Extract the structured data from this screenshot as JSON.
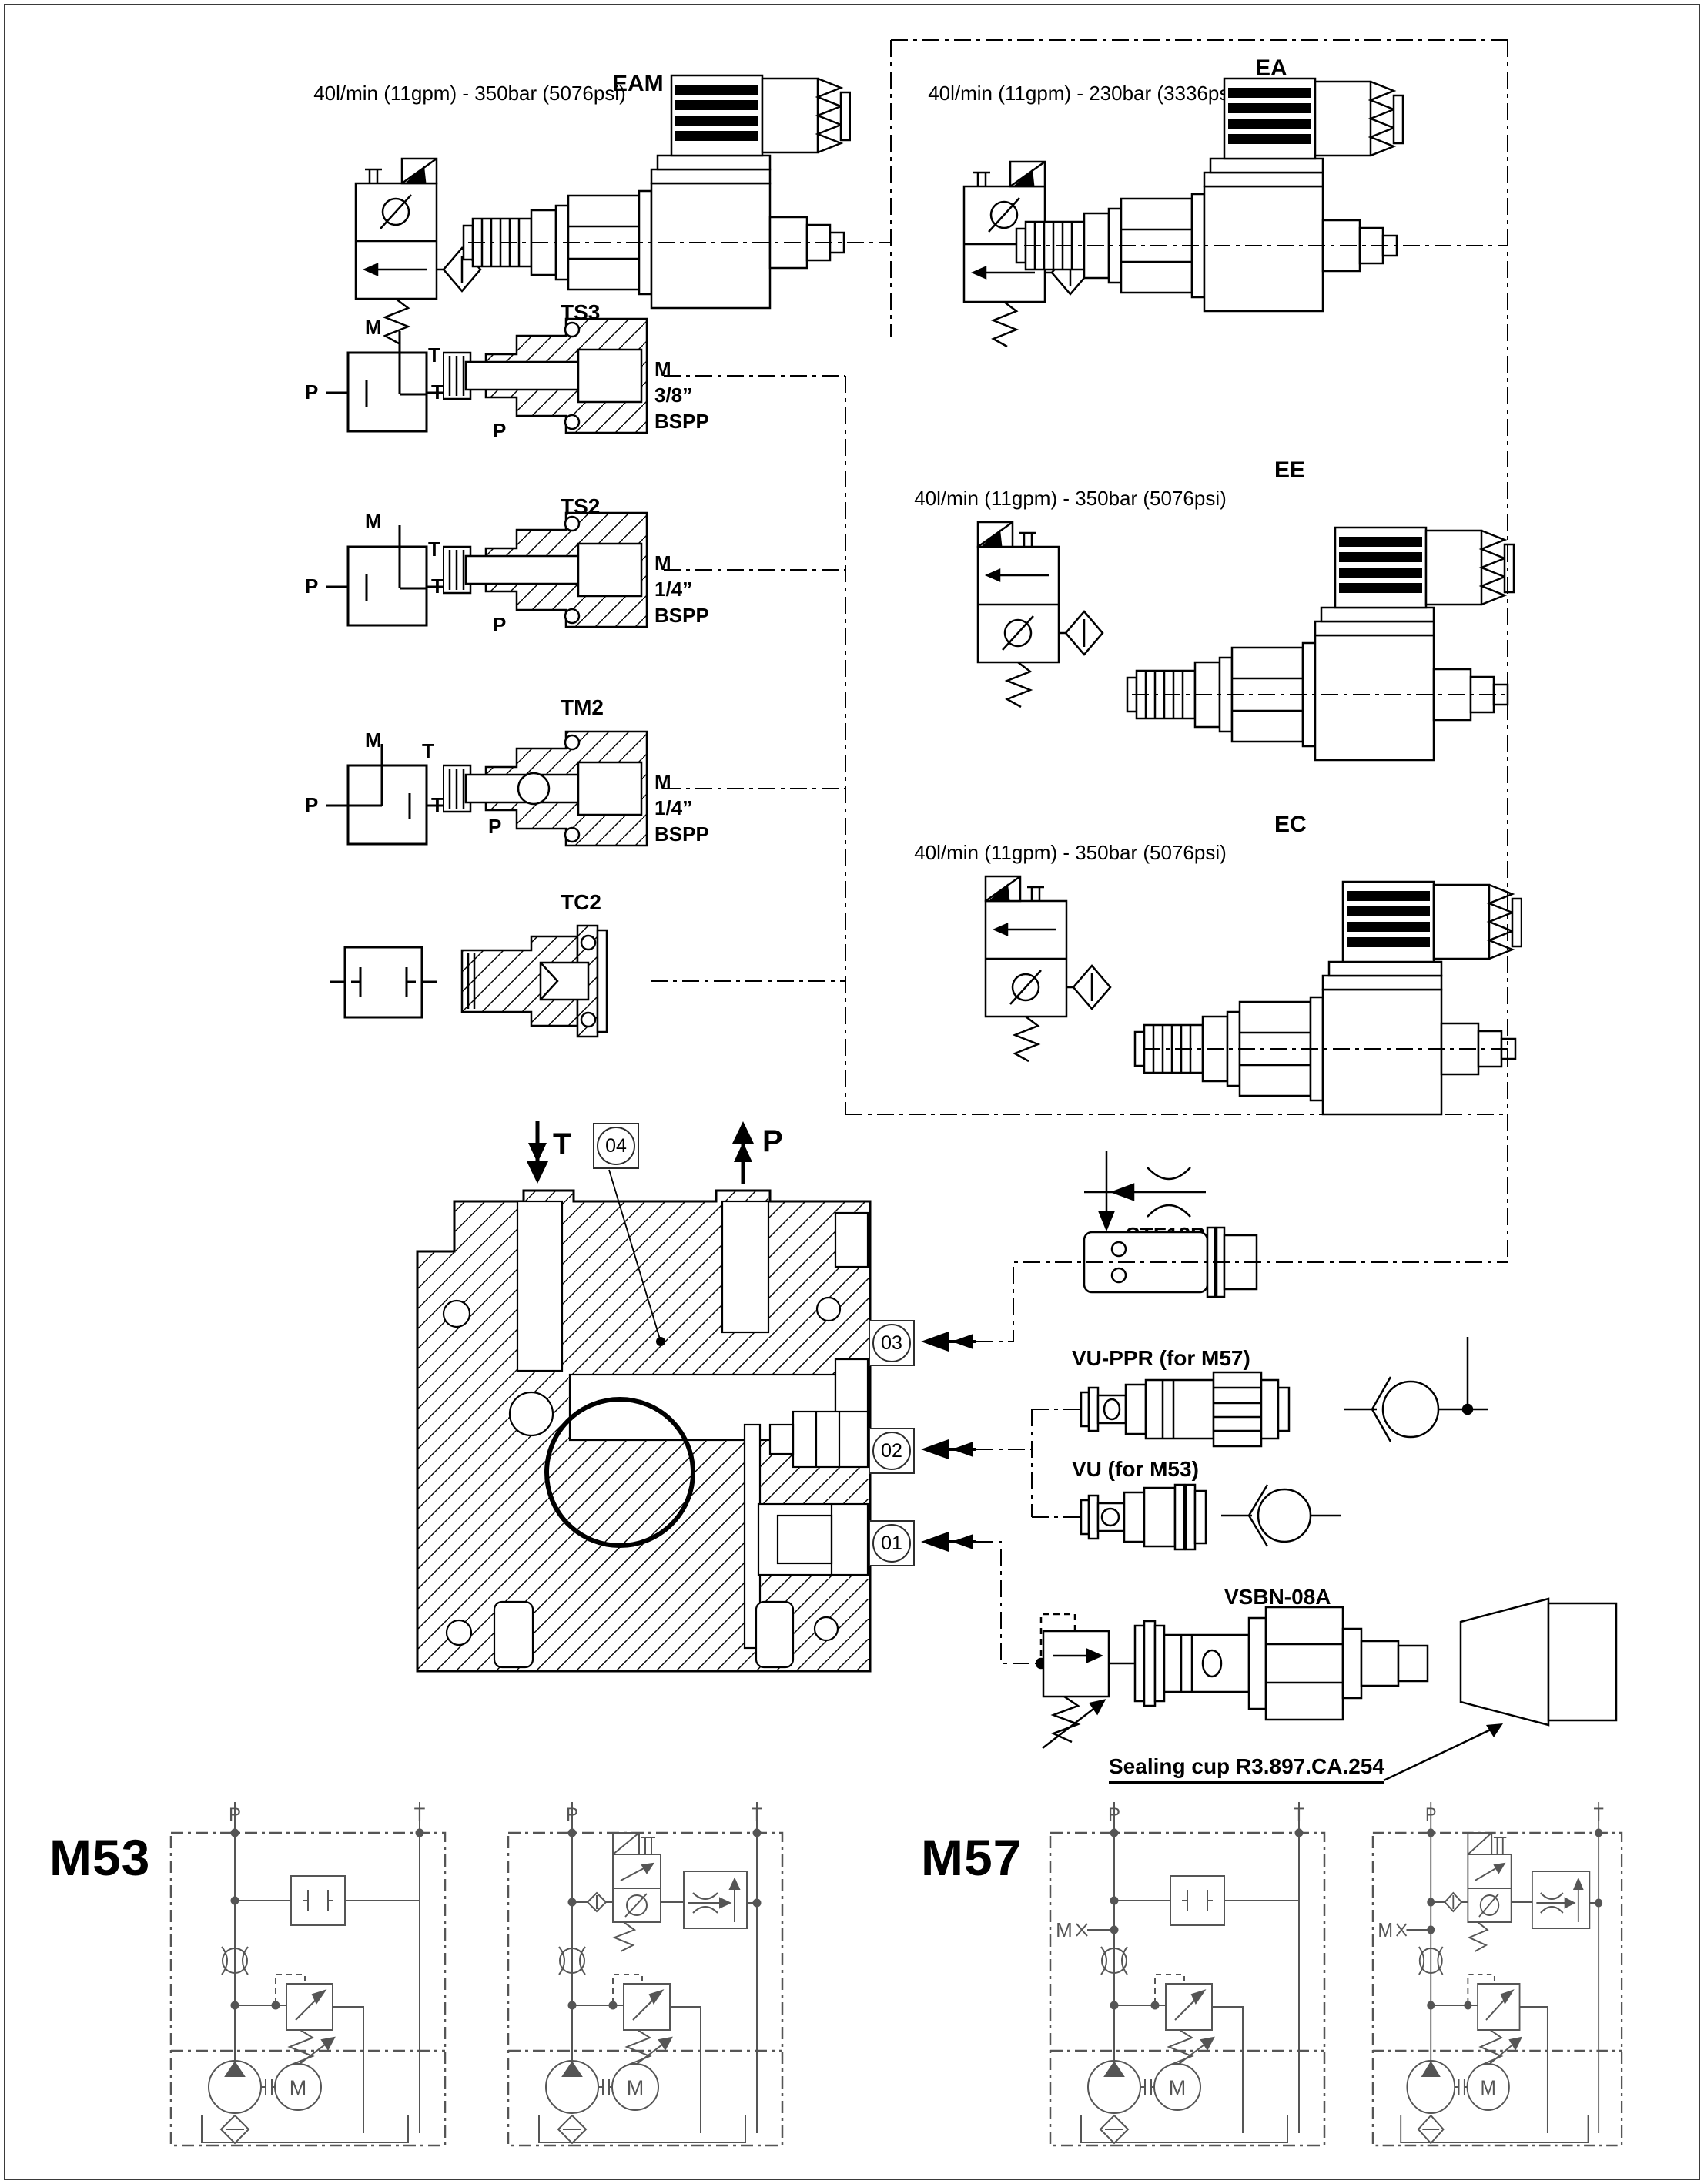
{
  "valves": {
    "eam": {
      "label": "EAM",
      "spec": "40l/min (11gpm) - 350bar (5076psi)"
    },
    "ea": {
      "label": "EA",
      "spec": "40l/min (11gpm) - 230bar (3336psi)"
    },
    "ee": {
      "label": "EE",
      "spec": "40l/min (11gpm) - 350bar (5076psi)"
    },
    "ec": {
      "label": "EC",
      "spec": "40l/min (11gpm) - 350bar (5076psi)"
    }
  },
  "cavity_plugs": {
    "ts3": {
      "label": "TS3",
      "thread_m": "M",
      "thread_size": "3/8”",
      "thread_std": "BSPP"
    },
    "ts2": {
      "label": "TS2",
      "thread_m": "M",
      "thread_size": "1/4”",
      "thread_std": "BSPP"
    },
    "tm2": {
      "label": "TM2",
      "thread_m": "M",
      "thread_size": "1/4”",
      "thread_std": "BSPP"
    },
    "tc2": {
      "label": "TC2"
    }
  },
  "ports": {
    "p": "P",
    "t": "T",
    "m": "M"
  },
  "manifold": {
    "callouts": {
      "c01": "01",
      "c02": "02",
      "c03": "03",
      "c04": "04"
    }
  },
  "accessories": {
    "stf12p": {
      "label": "STF12P"
    },
    "vu_ppr": {
      "label": "VU-PPR (for M57)"
    },
    "vu": {
      "label": "VU (for M53)"
    },
    "vsbn": {
      "label": "VSBN-08A"
    },
    "sealing_cup": {
      "label": "Sealing cup R3.897.CA.254"
    }
  },
  "circuits": {
    "m53": {
      "label": "M53"
    },
    "m57": {
      "label": "M57"
    },
    "motor_letter": "M"
  }
}
